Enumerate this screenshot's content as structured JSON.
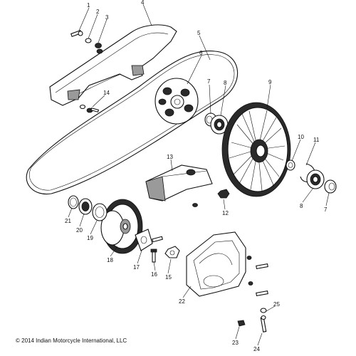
{
  "diagram": {
    "callouts": [
      "1",
      "2",
      "3",
      "4",
      "5",
      "6",
      "7",
      "8",
      "9",
      "10",
      "11",
      "12",
      "13",
      "14",
      "15",
      "16",
      "17",
      "18",
      "19",
      "20",
      "21",
      "22",
      "23",
      "24",
      "25"
    ],
    "callout_extra": {
      "eight_b": "8",
      "seven_b": "7"
    }
  },
  "footer": {
    "copyright": "© 2014 Indian Motorcycle International, LLC"
  }
}
